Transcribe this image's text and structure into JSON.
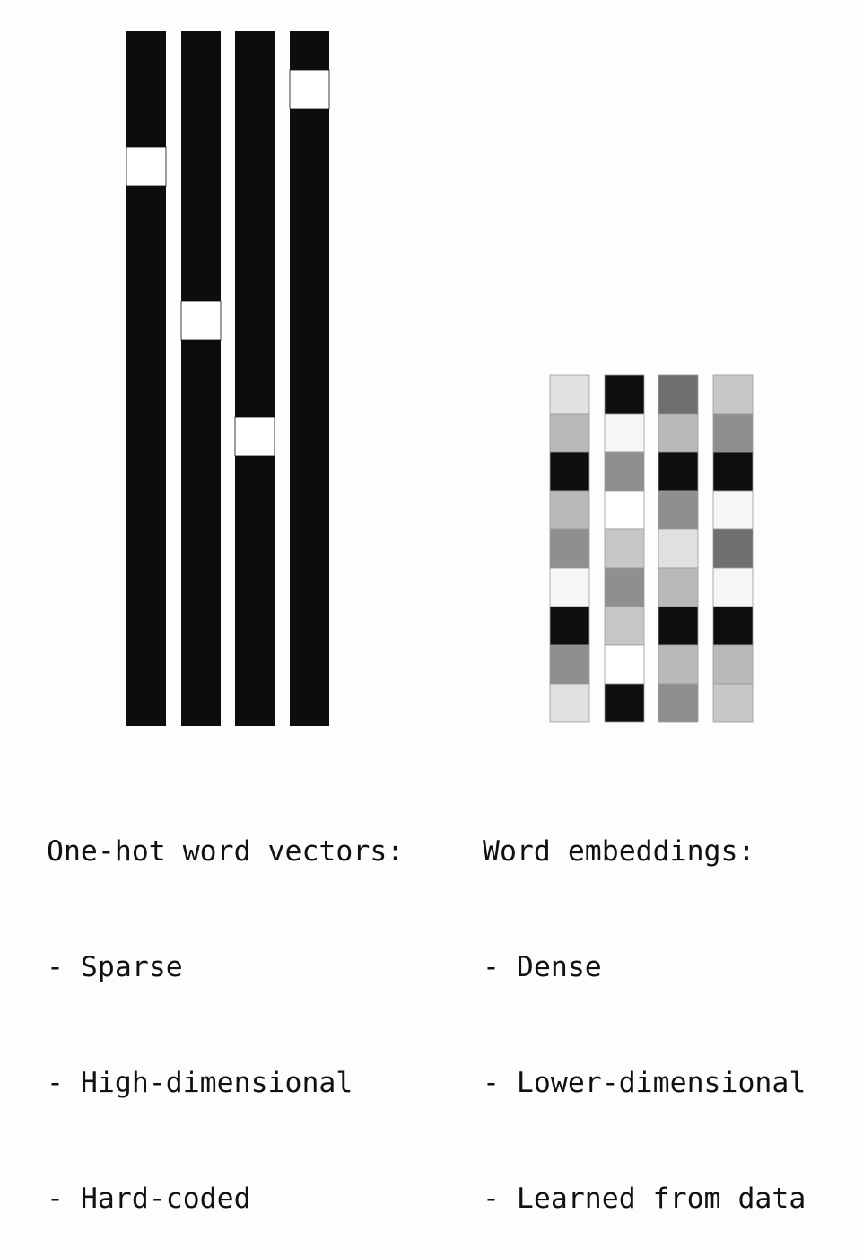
{
  "one_hot": {
    "dimension": 18,
    "hot_index": [
      3,
      7,
      10,
      1
    ],
    "colors": {
      "cold": "#0d0d0d",
      "hot": "#ffffff"
    },
    "caption": {
      "title": "One-hot word vectors:",
      "points": [
        "- Sparse",
        "- High-dimensional",
        "- Hard-coded"
      ]
    }
  },
  "embeddings": {
    "dimension": 9,
    "cell_colors": [
      [
        "#e1e2df",
        "#b9bab7",
        "#0e0e0e",
        "#b9bab7",
        "#8f908e",
        "#f6f6f4",
        "#0e0e0e",
        "#8f908e",
        "#e1e2df"
      ],
      [
        "#0e0e0e",
        "#f6f6f4",
        "#8f908e",
        "#ffffff",
        "#c7c8c5",
        "#8f908e",
        "#c7c8c5",
        "#ffffff",
        "#0e0e0e"
      ],
      [
        "#6f706e",
        "#b9bab7",
        "#0e0e0e",
        "#8f908e",
        "#e1e2df",
        "#b9bab7",
        "#0e0e0e",
        "#b9bab7",
        "#8f908e"
      ],
      [
        "#c7c8c5",
        "#8f908e",
        "#0e0e0e",
        "#f6f6f4",
        "#6f706e",
        "#f6f6f4",
        "#0e0e0e",
        "#b9bab7",
        "#c7c8c5"
      ]
    ],
    "caption": {
      "title": "Word embeddings:",
      "points": [
        "- Dense",
        "- Lower-dimensional",
        "- Learned from data"
      ]
    }
  }
}
